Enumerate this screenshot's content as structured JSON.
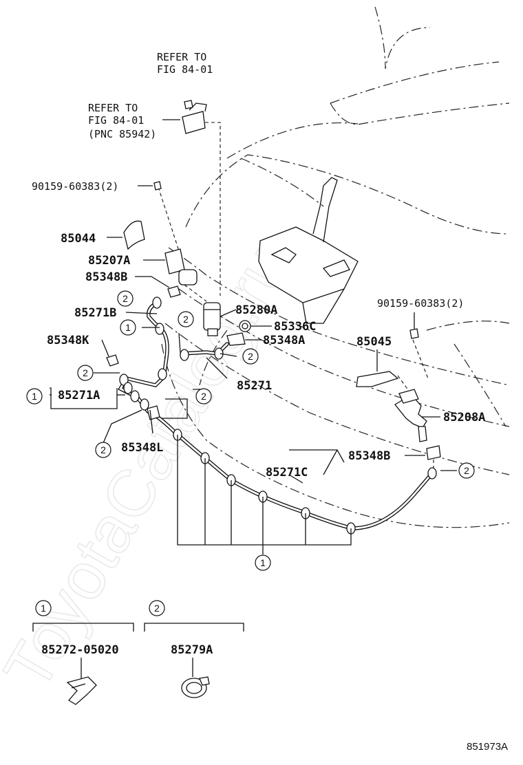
{
  "watermark": "ToyotaCatalog.ru",
  "figure_id": "851973A",
  "refs": {
    "refer_top_1": "REFER TO",
    "refer_top_2": "FIG 84-01",
    "refer_mid_1": "REFER TO",
    "refer_mid_2": "FIG 84-01",
    "refer_mid_3": "(PNC 85942)"
  },
  "labels": {
    "bolt_left": "90159-60383(2)",
    "bolt_right": "90159-60383(2)",
    "p85044": "85044",
    "p85207A": "85207A",
    "p85348B_top": "85348B",
    "p85271B": "85271B",
    "p85280A": "85280A",
    "p85336C": "85336C",
    "p85348A": "85348A",
    "p85348K": "85348K",
    "p85045": "85045",
    "p85271": "85271",
    "p85271A": "85271A",
    "p85208A": "85208A",
    "p85348L": "85348L",
    "p85348B_right": "85348B",
    "p85271C": "85271C"
  },
  "callouts": {
    "one": "1",
    "two": "2"
  },
  "legend": {
    "one_symbol": "1",
    "one_part": "85272-05020",
    "two_symbol": "2",
    "two_part": "85279A"
  }
}
